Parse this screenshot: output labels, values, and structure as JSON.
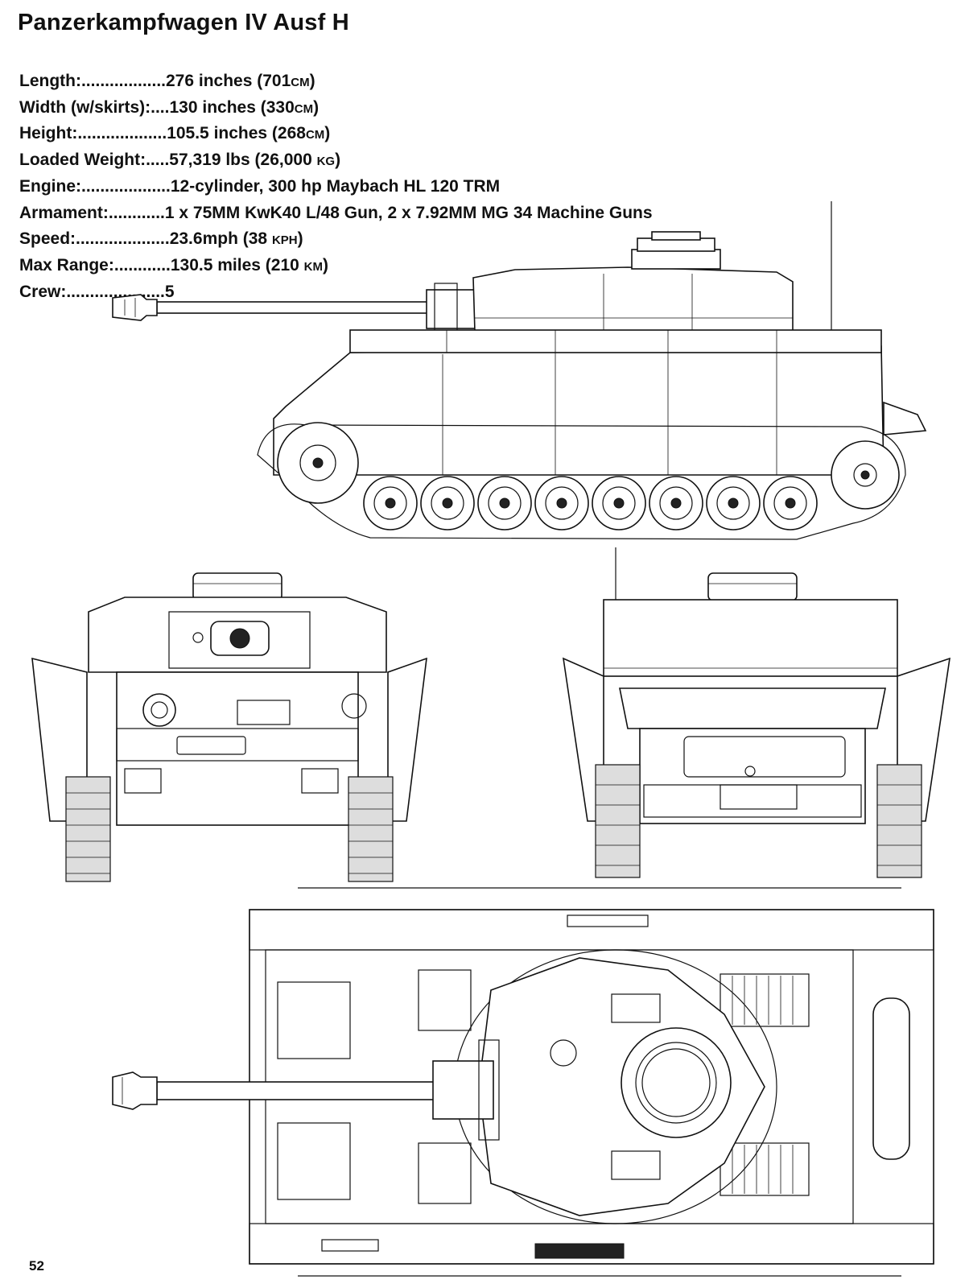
{
  "title": "Panzerkampfwagen IV Ausf H",
  "specs": [
    {
      "label": "Length:..................",
      "value": "276 inches (701",
      "unit": "CM",
      "tail": ")"
    },
    {
      "label": "Width (w/skirts):....",
      "value": "130 inches (330",
      "unit": "CM",
      "tail": ")"
    },
    {
      "label": "Height:...................",
      "value": "105.5 inches (268",
      "unit": "CM",
      "tail": ")"
    },
    {
      "label": "Loaded Weight:.....",
      "value": "57,319 lbs (26,000 ",
      "unit": "KG",
      "tail": ")"
    },
    {
      "label": "Engine:...................",
      "value": "12-cylinder, 300 hp Maybach HL 120 TRM",
      "unit": "",
      "tail": ""
    },
    {
      "label": "Armament:............",
      "value": "1 x 75MM KwK40 L/48 Gun, 2 x 7.92MM MG 34 Machine Guns",
      "unit": "",
      "tail": ""
    },
    {
      "label": "Speed:....................",
      "value": "23.6mph (38 ",
      "unit": "KPH",
      "tail": ")"
    },
    {
      "label": "Max Range:............",
      "value": "130.5 miles (210 ",
      "unit": "KM",
      "tail": ")"
    },
    {
      "label": "Crew:.....................",
      "value": "5",
      "unit": "",
      "tail": ""
    }
  ],
  "page_number": "52"
}
